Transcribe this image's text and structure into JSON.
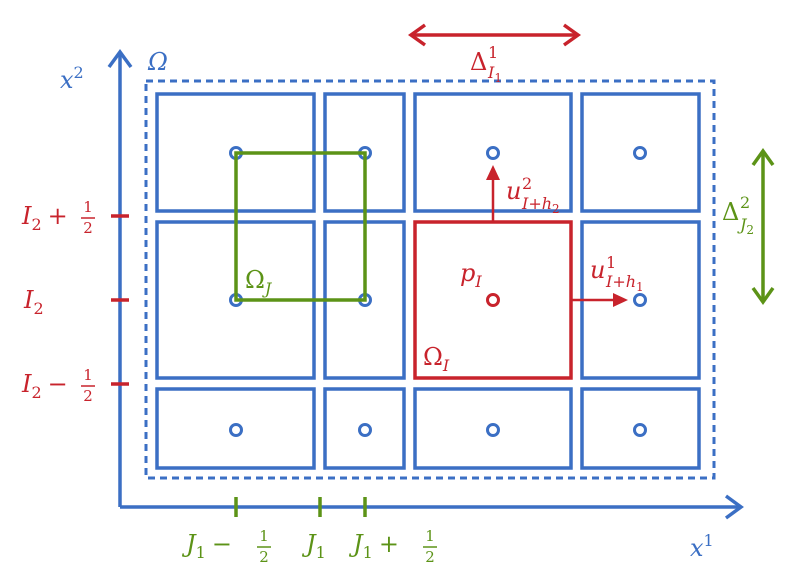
{
  "colors": {
    "blue": "#3b6fc4",
    "red": "#c8232c",
    "green": "#5c9317"
  },
  "axes": {
    "x_label": {
      "base": "x",
      "sup": "1"
    },
    "y_label": {
      "base": "x",
      "sup": "2"
    }
  },
  "domain_label": "Ω",
  "left_ticks": {
    "upper": {
      "base": "I",
      "sub": "2",
      "op": "+",
      "num": "1",
      "den": "2"
    },
    "mid": {
      "base": "I",
      "sub": "2"
    },
    "lower": {
      "base": "I",
      "sub": "2",
      "op": "−",
      "num": "1",
      "den": "2"
    }
  },
  "bottom_ticks": {
    "left": {
      "base": "J",
      "sub": "1",
      "op": "−",
      "num": "1",
      "den": "2"
    },
    "mid": {
      "base": "J",
      "sub": "1"
    },
    "right": {
      "base": "J",
      "sub": "1",
      "op": "+",
      "num": "1",
      "den": "2"
    }
  },
  "labels": {
    "omega_J": {
      "base": "Ω",
      "sub": "J"
    },
    "omega_I": {
      "base": "Ω",
      "sub": "I"
    },
    "p_I": {
      "base": "p",
      "sub": "I"
    },
    "u_vertical": {
      "base": "u",
      "sup": "2",
      "sub": "I+h",
      "subsub": "2"
    },
    "u_horizontal": {
      "base": "u",
      "sup": "1",
      "sub": "I+h",
      "subsub": "1"
    },
    "delta_horizontal": {
      "base": "Δ",
      "sup": "1",
      "sub": "I",
      "subsub": "1"
    },
    "delta_vertical": {
      "base": "Δ",
      "sup": "2",
      "sub": "J",
      "subsub": "2"
    }
  }
}
